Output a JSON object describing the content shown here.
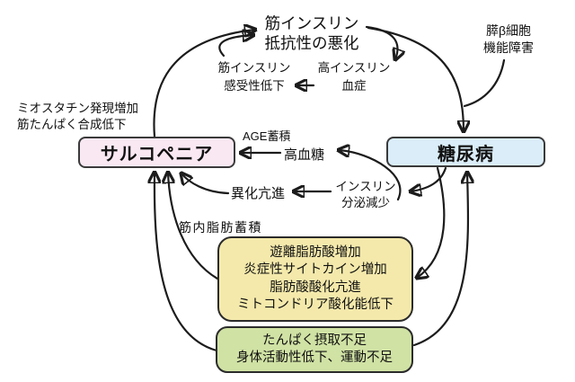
{
  "labels": {
    "muscle_insulin_resistance": [
      "筋インスリン",
      "抵抗性の悪化"
    ],
    "beta_cell_dysfunction": [
      "膵β細胞",
      "機能障害"
    ],
    "muscle_insulin_sensitivity": [
      "筋インスリン",
      "感受性低下"
    ],
    "hyperinsulinemia": [
      "高インスリン",
      "血症"
    ],
    "myostatin": [
      "ミオスタチン発現増加",
      "筋たんぱく合成低下"
    ],
    "age_accumulation": "AGE蓄積",
    "hyperglycemia": "高血糖",
    "catabolism": "異化亢進",
    "insulin_secretion": [
      "インスリン",
      "分泌減少"
    ],
    "intramuscular_fat": "筋内脂肪蓄積"
  },
  "boxes": {
    "sarcopenia": {
      "label": "サルコペニア",
      "fill": "#f9e8f2"
    },
    "diabetes": {
      "label": "糖尿病",
      "fill": "#daedf8"
    },
    "metabolic_effects": {
      "lines": [
        "遊離脂肪酸増加",
        "炎症性サイトカイン増加",
        "脂肪酸酸化亢進",
        "ミトコンドリア酸化能低下"
      ],
      "fill": "#f4e9ab"
    },
    "lifestyle_factors": {
      "lines": [
        "たんぱく摂取不足",
        "身体活動性低下、運動不足"
      ],
      "fill": "#d0e2a4"
    }
  },
  "edges": [
    {
      "from": "sarcopenia",
      "to": "muscle_insulin_resistance"
    },
    {
      "from": "muscle_insulin_sensitivity",
      "to": "muscle_insulin_resistance"
    },
    {
      "from": "muscle_insulin_resistance",
      "to": "hyperinsulinemia"
    },
    {
      "from": "hyperinsulinemia",
      "to": "muscle_insulin_sensitivity"
    },
    {
      "from": "muscle_insulin_resistance",
      "to": "diabetes"
    },
    {
      "from": "beta_cell_dysfunction",
      "to": "diabetes"
    },
    {
      "from": "diabetes",
      "to": "insulin_secretion"
    },
    {
      "from": "insulin_secretion",
      "to": "catabolism"
    },
    {
      "from": "insulin_secretion",
      "to": "hyperglycemia"
    },
    {
      "from": "hyperglycemia",
      "to": "sarcopenia"
    },
    {
      "from": "catabolism",
      "to": "sarcopenia"
    },
    {
      "from": "metabolic_effects",
      "to": "sarcopenia"
    },
    {
      "from": "lifestyle_factors",
      "to": "sarcopenia"
    },
    {
      "from": "diabetes",
      "to": "metabolic_effects"
    },
    {
      "from": "lifestyle_factors",
      "to": "diabetes"
    }
  ],
  "colors": {
    "arrow": "#1c1c1c",
    "background": "#ffffff"
  }
}
